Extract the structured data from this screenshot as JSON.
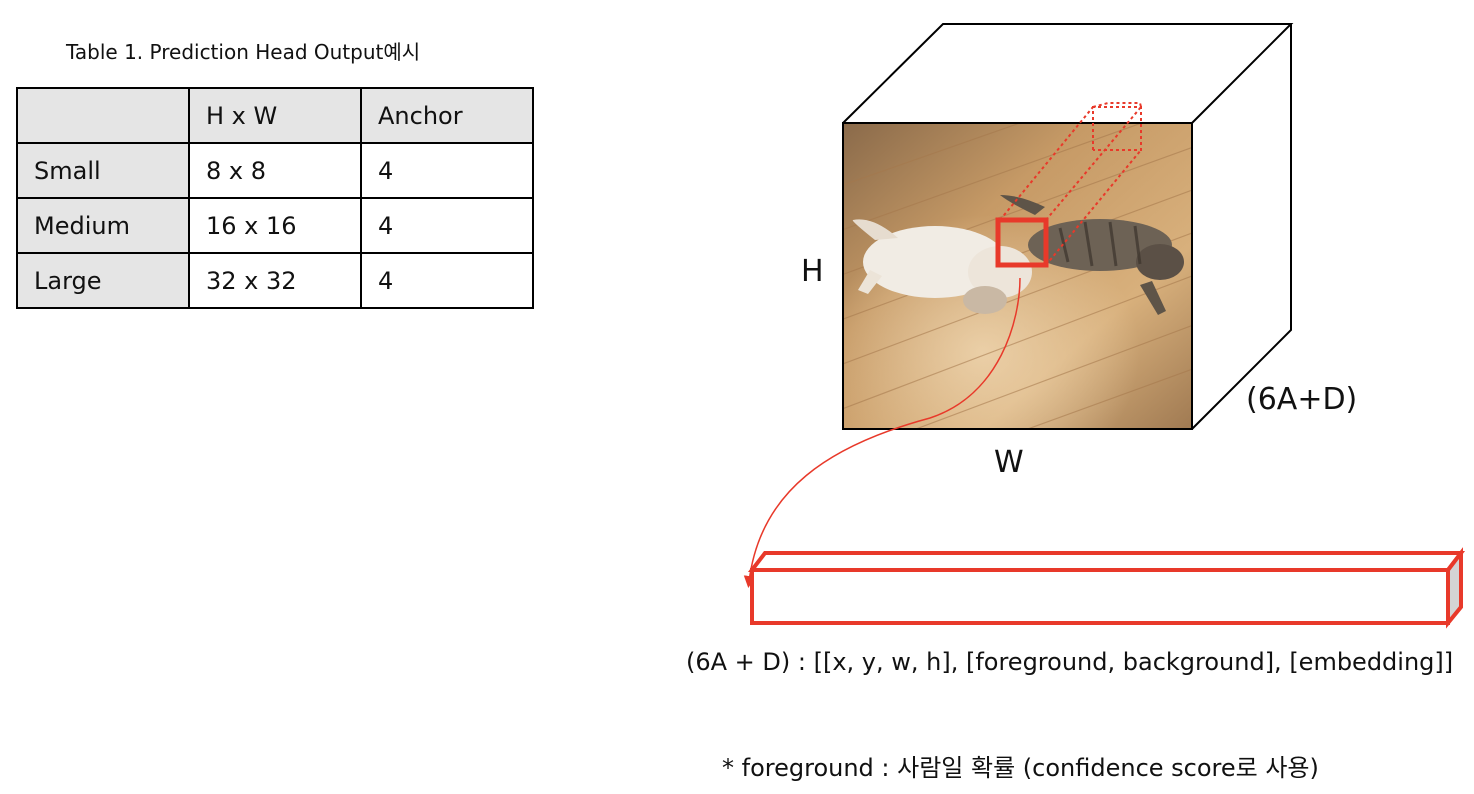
{
  "table": {
    "caption": "Table 1. Prediction Head Output예시",
    "columns": [
      "",
      "H x W",
      "Anchor"
    ],
    "rows": [
      [
        "Small",
        "8 x 8",
        "4"
      ],
      [
        "Medium",
        "16 x 16",
        "4"
      ],
      [
        "Large",
        "32 x 32",
        "4"
      ]
    ]
  },
  "diagram": {
    "height_label": "H",
    "width_label": "W",
    "depth_label": "(6A+D)",
    "formula": "(6A + D) : [[x, y, w, h], [foreground, background], [embedding]]",
    "note": "* foreground : 사람일 확률 (confidence score로 사용)"
  },
  "colors": {
    "highlight": "#e8392a",
    "header_fill": "#e5e5e5",
    "floor": "#c69a66",
    "bar_end": "#d4d4d4"
  }
}
